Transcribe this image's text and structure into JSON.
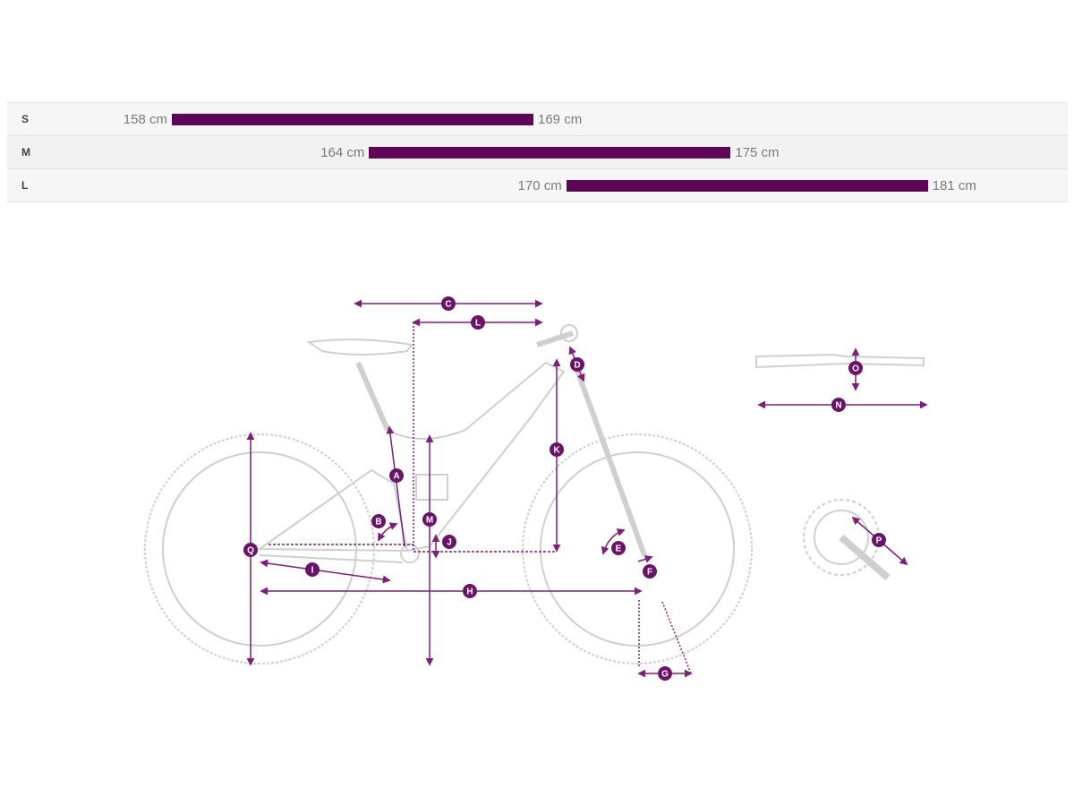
{
  "size_chart": {
    "unit": "cm",
    "scale_min": 158,
    "scale_max": 181,
    "bar_color": "#5d0656",
    "rows": [
      {
        "size": "S",
        "min": 158,
        "max": 169,
        "min_label": "158 cm",
        "max_label": "169 cm"
      },
      {
        "size": "M",
        "min": 164,
        "max": 175,
        "min_label": "164 cm",
        "max_label": "175 cm"
      },
      {
        "size": "L",
        "min": 170,
        "max": 181,
        "min_label": "170 cm",
        "max_label": "181 cm"
      }
    ]
  },
  "geometry_diagram": {
    "accent_color": "#7b1f7b",
    "markers": [
      "A",
      "B",
      "C",
      "D",
      "E",
      "F",
      "G",
      "H",
      "I",
      "J",
      "K",
      "L",
      "M",
      "N",
      "O",
      "P",
      "Q"
    ]
  }
}
